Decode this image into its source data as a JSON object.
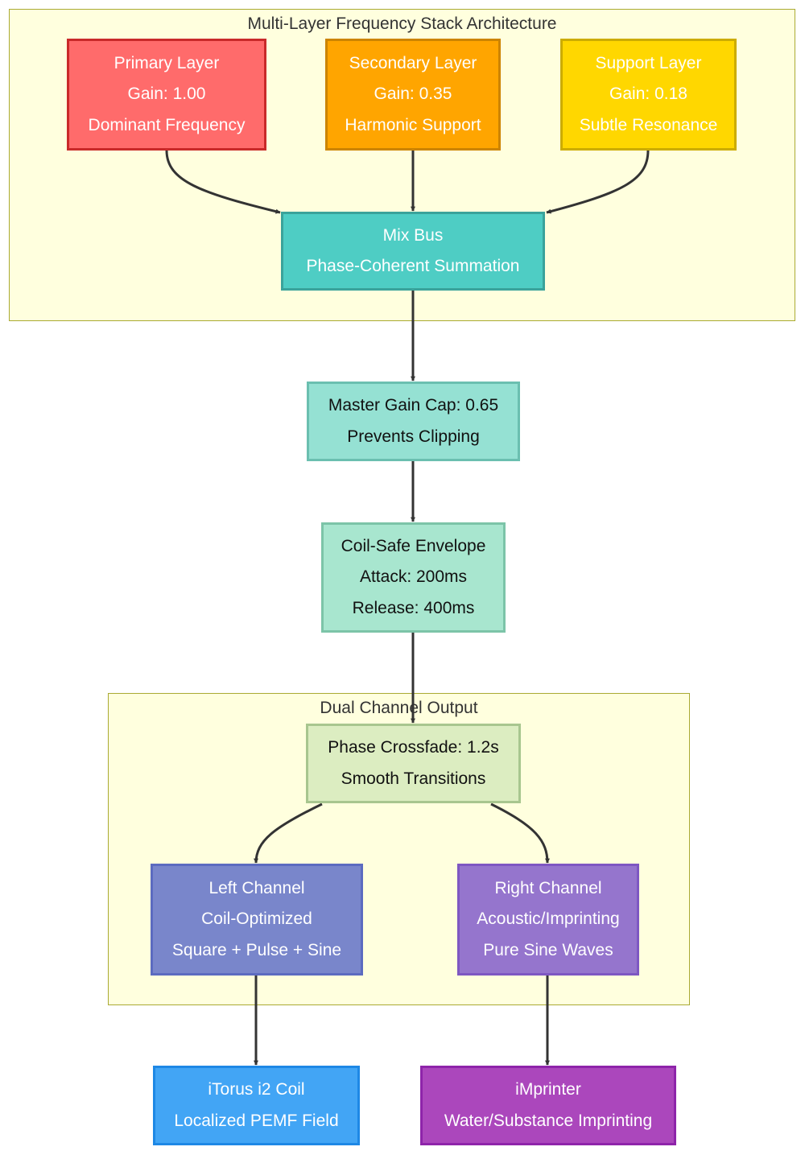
{
  "clusters": {
    "stack": {
      "title": "Multi-Layer Frequency Stack Architecture"
    },
    "output": {
      "title": "Dual Channel Output"
    }
  },
  "nodes": {
    "primary": {
      "lines": [
        "Primary Layer",
        "Gain: 1.00",
        "Dominant Frequency"
      ],
      "fill": "#ff6b6b",
      "stroke": "#c92a2a"
    },
    "secondary": {
      "lines": [
        "Secondary Layer",
        "Gain: 0.35",
        "Harmonic Support"
      ],
      "fill": "#ffa500",
      "stroke": "#cc8400"
    },
    "support": {
      "lines": [
        "Support Layer",
        "Gain: 0.18",
        "Subtle Resonance"
      ],
      "fill": "#ffd700",
      "stroke": "#ccac00"
    },
    "mixbus": {
      "lines": [
        "Mix Bus",
        "Phase-Coherent Summation"
      ],
      "fill": "#4ecdc4",
      "stroke": "#3aa39b"
    },
    "mastergain": {
      "lines": [
        "Master Gain Cap: 0.65",
        "Prevents Clipping"
      ],
      "fill": "#95e1d3",
      "stroke": "#6bbfb0"
    },
    "envelope": {
      "lines": [
        "Coil-Safe Envelope",
        "Attack: 200ms",
        "Release: 400ms"
      ],
      "fill": "#a8e6cf",
      "stroke": "#7cc4a8"
    },
    "crossfade": {
      "lines": [
        "Phase Crossfade: 1.2s",
        "Smooth Transitions"
      ],
      "fill": "#dcedc1",
      "stroke": "#a8c68f"
    },
    "left": {
      "lines": [
        "Left Channel",
        "Coil-Optimized",
        "Square + Pulse + Sine"
      ],
      "fill": "#7986cb",
      "stroke": "#5c6bc0"
    },
    "right": {
      "lines": [
        "Right Channel",
        "Acoustic/Imprinting",
        "Pure Sine Waves"
      ],
      "fill": "#9575cd",
      "stroke": "#7e57c2"
    },
    "itorus": {
      "lines": [
        "iTorus i2 Coil",
        "Localized PEMF Field"
      ],
      "fill": "#42a5f5",
      "stroke": "#1e88e5"
    },
    "imprinter": {
      "lines": [
        "iMprinter",
        "Water/Substance Imprinting"
      ],
      "fill": "#ab47bc",
      "stroke": "#8e24aa"
    }
  },
  "colors": {
    "edge": "#333333",
    "cluster_fill": "#ffffde",
    "cluster_stroke": "#aaaa33"
  }
}
